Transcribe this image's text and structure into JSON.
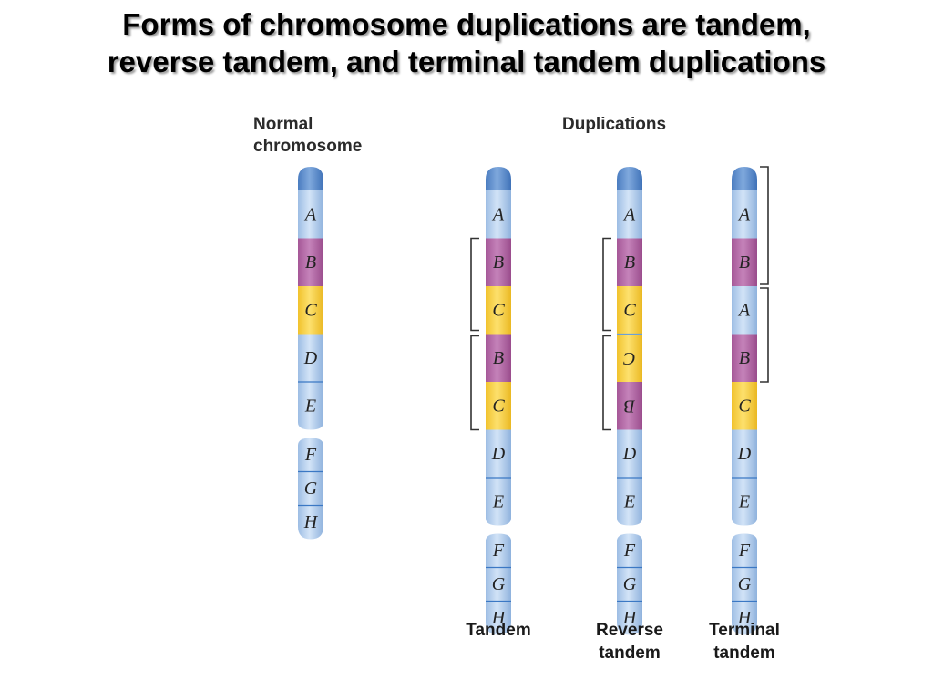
{
  "slide": {
    "title_line1": "Forms of chromosome duplications are tandem,",
    "title_line2": "reverse tandem, and terminal tandem duplications"
  },
  "headers": {
    "normal_line1": "Normal",
    "normal_line2": "chromosome",
    "duplications": "Duplications"
  },
  "colors": {
    "light_blue": "#b9d3ee",
    "dark_blue": "#5d8fd1",
    "purple": "#b76ba9",
    "yellow": "#f8d347",
    "bracket": "#333333"
  },
  "chromosomes": [
    {
      "id": "normal",
      "caption_lines": [],
      "segments": [
        {
          "label": "A",
          "color": "light",
          "flipped": false
        },
        {
          "label": "B",
          "color": "purple",
          "flipped": false
        },
        {
          "label": "C",
          "color": "yellow",
          "flipped": false
        },
        {
          "label": "D",
          "color": "light",
          "flipped": false
        },
        {
          "label": "E",
          "color": "light",
          "flipped": false
        },
        {
          "label": "F",
          "color": "light",
          "flipped": false
        },
        {
          "label": "G",
          "color": "light",
          "flipped": false
        },
        {
          "label": "H",
          "color": "light",
          "flipped": false
        }
      ]
    },
    {
      "id": "tandem",
      "caption_lines": [
        "Tandem"
      ],
      "segments": [
        {
          "label": "A",
          "color": "light",
          "flipped": false
        },
        {
          "label": "B",
          "color": "purple",
          "flipped": false
        },
        {
          "label": "C",
          "color": "yellow",
          "flipped": false
        },
        {
          "label": "B",
          "color": "purple",
          "flipped": false
        },
        {
          "label": "C",
          "color": "yellow",
          "flipped": false
        },
        {
          "label": "D",
          "color": "light",
          "flipped": false
        },
        {
          "label": "E",
          "color": "light",
          "flipped": false
        },
        {
          "label": "F",
          "color": "light",
          "flipped": false
        },
        {
          "label": "G",
          "color": "light",
          "flipped": false
        },
        {
          "label": "H",
          "color": "light",
          "flipped": false
        }
      ]
    },
    {
      "id": "reverse-tandem",
      "caption_lines": [
        "Reverse",
        "tandem"
      ],
      "segments": [
        {
          "label": "A",
          "color": "light",
          "flipped": false
        },
        {
          "label": "B",
          "color": "purple",
          "flipped": false
        },
        {
          "label": "C",
          "color": "yellow",
          "flipped": false
        },
        {
          "label": "C",
          "color": "yellow",
          "flipped": true
        },
        {
          "label": "B",
          "color": "purple",
          "flipped": true
        },
        {
          "label": "D",
          "color": "light",
          "flipped": false
        },
        {
          "label": "E",
          "color": "light",
          "flipped": false
        },
        {
          "label": "F",
          "color": "light",
          "flipped": false
        },
        {
          "label": "G",
          "color": "light",
          "flipped": false
        },
        {
          "label": "H",
          "color": "light",
          "flipped": false
        }
      ]
    },
    {
      "id": "terminal-tandem",
      "caption_lines": [
        "Terminal",
        "tandem"
      ],
      "segments": [
        {
          "label": "A",
          "color": "light",
          "flipped": false
        },
        {
          "label": "B",
          "color": "purple",
          "flipped": false
        },
        {
          "label": "A",
          "color": "light",
          "flipped": false
        },
        {
          "label": "B",
          "color": "purple",
          "flipped": false
        },
        {
          "label": "C",
          "color": "yellow",
          "flipped": false
        },
        {
          "label": "D",
          "color": "light",
          "flipped": false
        },
        {
          "label": "E",
          "color": "light",
          "flipped": false
        },
        {
          "label": "F",
          "color": "light",
          "flipped": false
        },
        {
          "label": "G",
          "color": "light",
          "flipped": false
        },
        {
          "label": "H",
          "color": "light",
          "flipped": false
        }
      ]
    }
  ]
}
